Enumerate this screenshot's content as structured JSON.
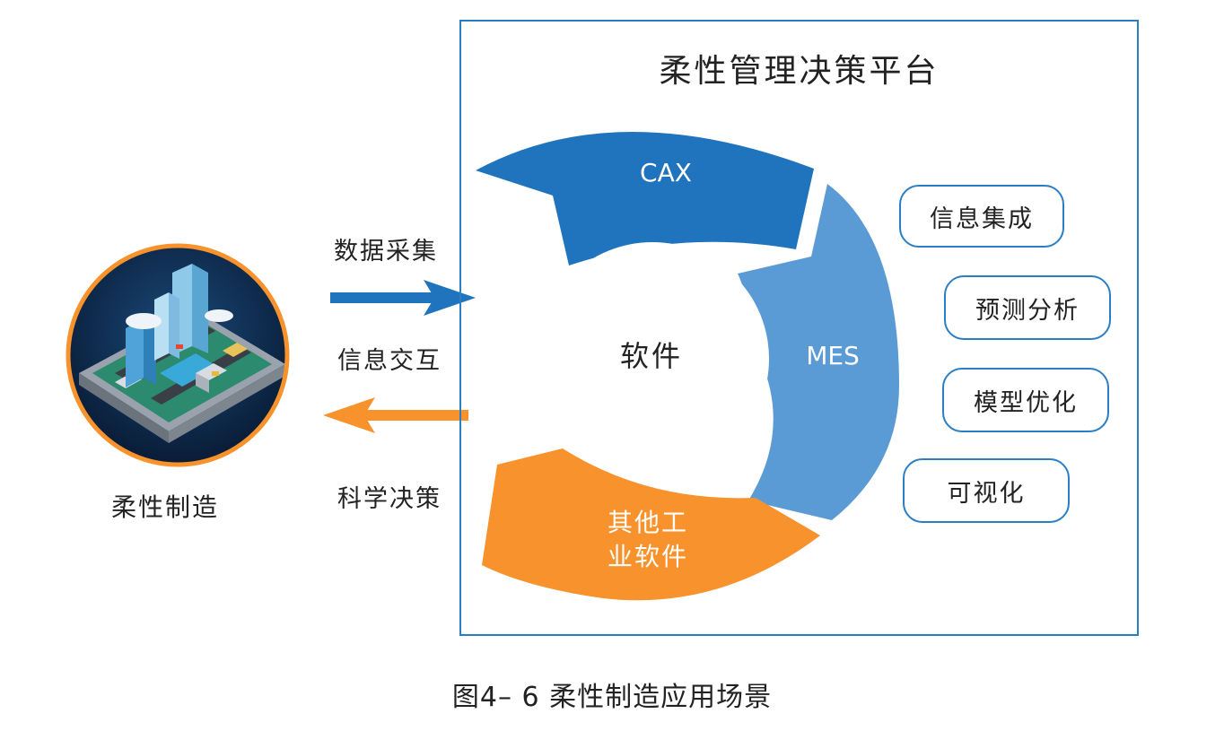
{
  "platform": {
    "title": "柔性管理决策平台",
    "center_label": "软件",
    "segments": [
      {
        "label": "CAX",
        "color": "#1f74bd"
      },
      {
        "label": "MES",
        "color": "#5b9bd5"
      },
      {
        "label_lines": [
          "其他工",
          "业软件"
        ],
        "color": "#f7922c"
      }
    ],
    "functions": [
      "信息集成",
      "预测分析",
      "模型优化",
      "可视化"
    ]
  },
  "left": {
    "caption": "柔性制造",
    "flows": {
      "top_label": "数据采集",
      "middle_label": "信息交互",
      "bottom_label": "科学决策"
    }
  },
  "figure_caption": "图4– 6 柔性制造应用场景",
  "colors": {
    "blue": "#1f74bd",
    "light_blue": "#5b9bd5",
    "orange": "#f7922c",
    "border": "#2a7fc4"
  }
}
